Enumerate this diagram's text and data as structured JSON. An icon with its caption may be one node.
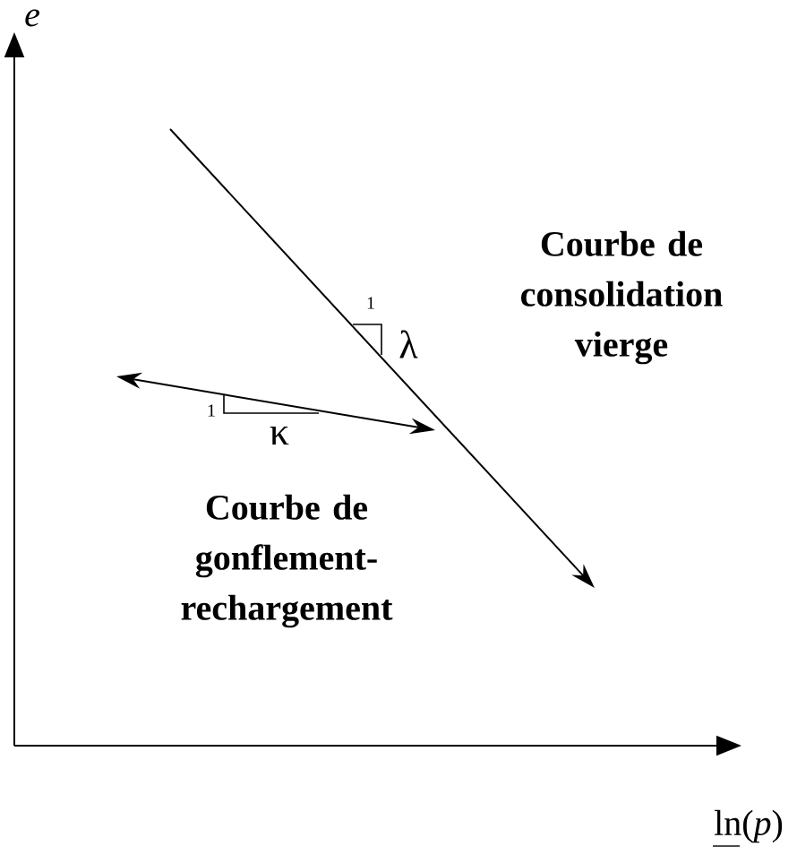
{
  "diagram": {
    "labels": [
      "e",
      "ln(*p*)",
      "Courbe de consolidation vierge",
      "1",
      "λ",
      "1",
      "κ",
      "Courbe de gonflement-rechargement"
    ]
  }
}
